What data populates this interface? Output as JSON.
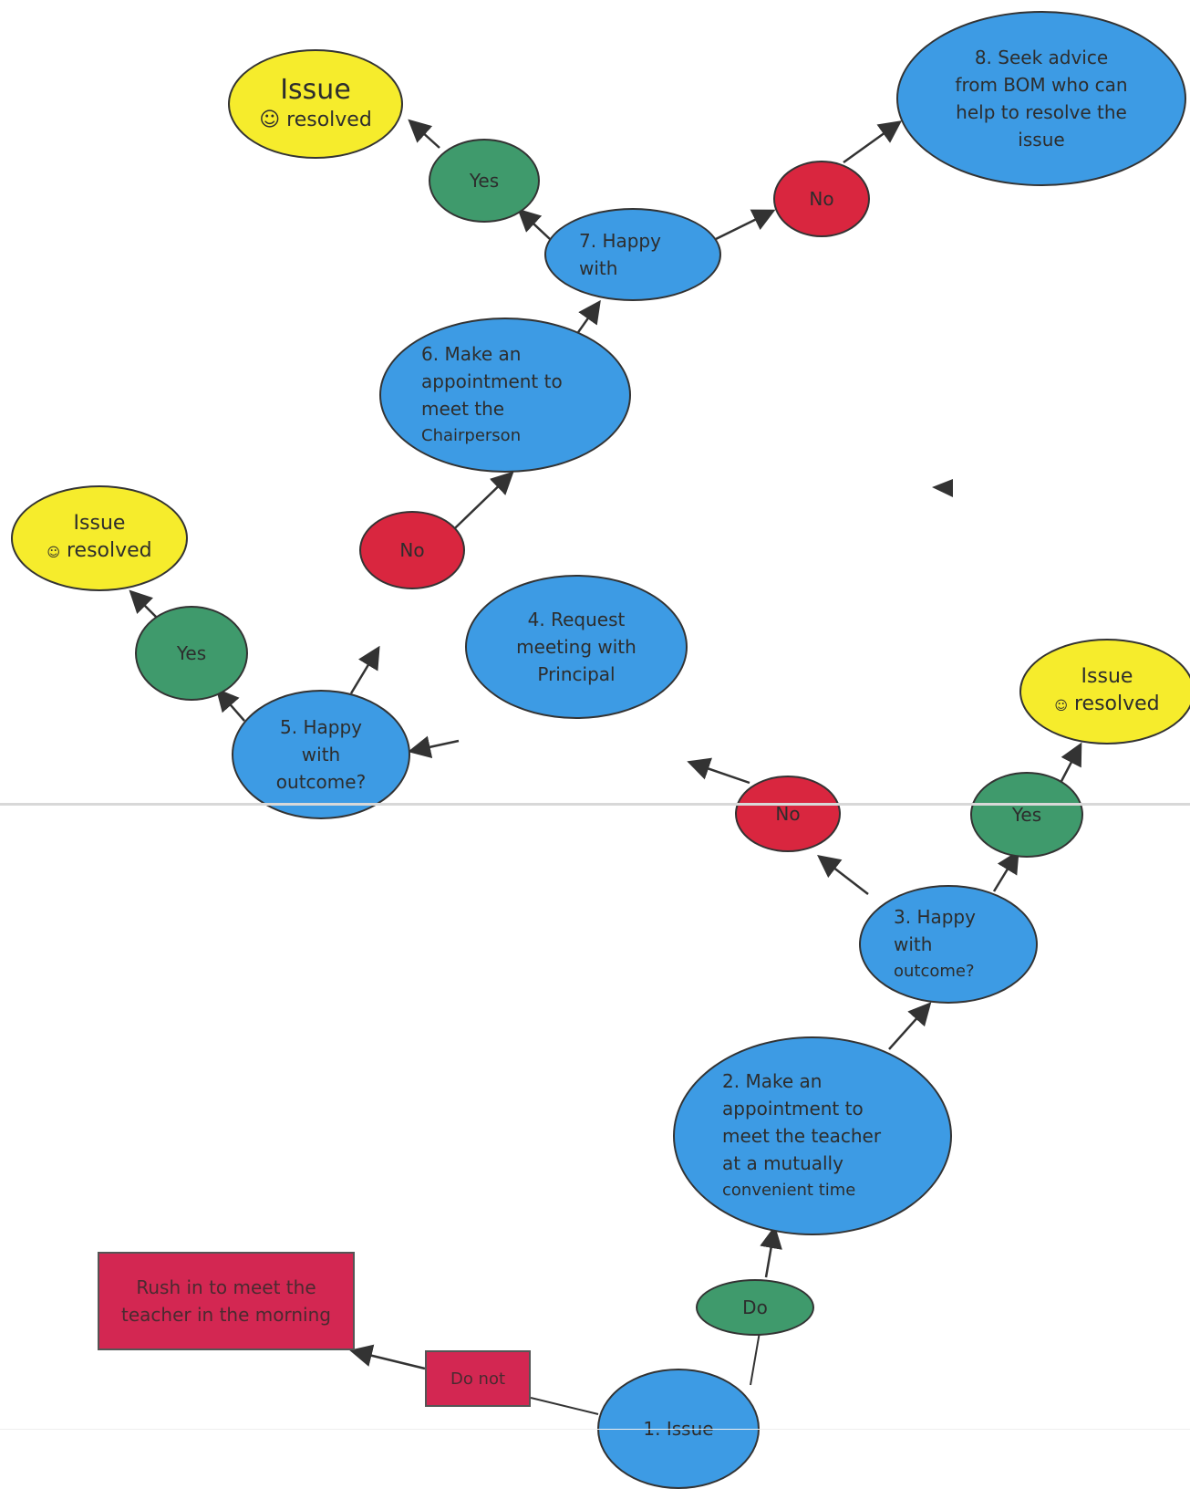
{
  "diagram": {
    "issue_label": "Issue",
    "resolved_label": "resolved",
    "resolved_icon": "smiley-icon",
    "yes_label": "Yes",
    "no_label": "No",
    "node1": "1. Issue",
    "node2_lines": [
      "2. Make an",
      "appointment to",
      "meet the teacher",
      "at a mutually",
      "convenient time"
    ],
    "node3_lines": [
      "3. Happy",
      "with",
      "outcome?"
    ],
    "node4_lines": [
      "4. Request",
      "meeting with",
      "Principal"
    ],
    "node5_lines": [
      "5. Happy",
      "with",
      "outcome?"
    ],
    "node6_lines": [
      "6. Make an",
      "appointment to",
      "meet the",
      "Chairperson"
    ],
    "node7_lines": [
      "7. Happy",
      "with"
    ],
    "node8_lines": [
      "8. Seek advice",
      "from BOM who can",
      "help to resolve the",
      "issue"
    ],
    "do_not_label": "Do not",
    "rush_lines": [
      "Rush in to meet the",
      "teacher in the morning"
    ],
    "colors": {
      "blue": "#3d9be4",
      "yellow": "#f6ec2c",
      "green": "#3f9a6c",
      "red": "#d9263f",
      "rect": "#d32752",
      "arrow": "#333333"
    }
  }
}
